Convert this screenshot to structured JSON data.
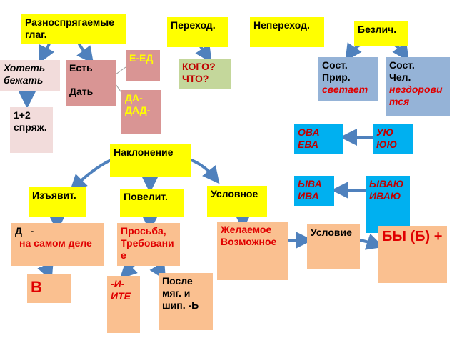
{
  "colors": {
    "yellow": "#ffff00",
    "green": "#c4d79b",
    "blue": "#95b3d7",
    "cyan": "#00b0f0",
    "pink": "#f2dcdb",
    "rose": "#d99594",
    "orange": "#fac090",
    "arrow": "#4f81bd",
    "red_text": "#e00000"
  },
  "nodes": {
    "raznospryag": "Разноспрягаемые глаг.",
    "perehod": "Переход.",
    "neperehod": "Непереход.",
    "bezlich": "Безлич.",
    "e_ed": "Е-ЕД",
    "kogo_chto": "КОГО? ЧТО?",
    "khotet": "Хотеть бежать",
    "est": "Есть",
    "dat": "Дать",
    "da_dad": "ДА-ДАД-",
    "sost_prir": {
      "line1": "Сост.",
      "line2": "Прир.",
      "line3": "светает"
    },
    "sost_chel": {
      "line1": "Сост.",
      "line2": "Чел.",
      "line3": "нездоровится"
    },
    "spryazh": "1+2 спряж.",
    "ova_eva": "ОВА ЕВА",
    "uyu_yuyu": "УЮ ЮЮ",
    "naklonenie": "Наклонение",
    "yva_iva_left": "ЫВА ИВА",
    "yva_iva_right": "ЫВАЮ ИВАЮ",
    "izyavit": "Изъявит.",
    "povelit": "Повелит.",
    "uslovnoe": "Условное",
    "d_na_samom": {
      "prefix": "Д   -",
      "text": "на самом деле"
    },
    "prosba": "Просьба, Требование",
    "zhelaemoe": {
      "line1": "Желаемое",
      "line2": "Возможное"
    },
    "uslovie": "Условие",
    "by_b": "БЫ (Б) +",
    "v": "В",
    "i_ite": "-И- ИТЕ",
    "posle": "После мяг. и шип. -Ь"
  }
}
